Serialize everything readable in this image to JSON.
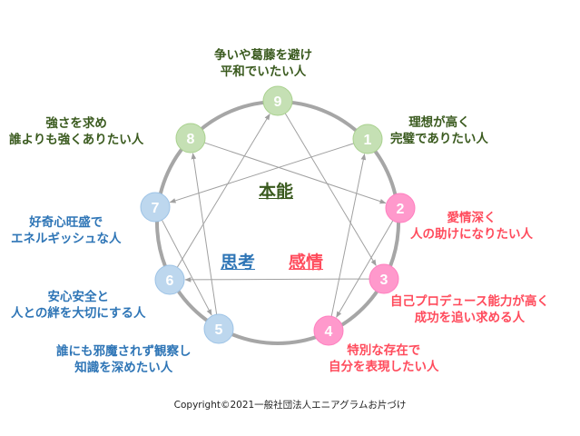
{
  "nodes": [
    {
      "id": "1",
      "group": "instinct",
      "lines": [
        "理想が高く",
        "完璧でありたい人"
      ]
    },
    {
      "id": "2",
      "group": "feeling",
      "lines": [
        "愛情深く",
        "人の助けになりたい人"
      ]
    },
    {
      "id": "3",
      "group": "feeling",
      "lines": [
        "自己プロデュース能力が高く",
        "成功を追い求める人"
      ]
    },
    {
      "id": "4",
      "group": "feeling",
      "lines": [
        "特別な存在で",
        "自分を表現したい人"
      ]
    },
    {
      "id": "5",
      "group": "thinking",
      "lines": [
        "誰にも邪魔されず観察し",
        "知識を深めたい人"
      ]
    },
    {
      "id": "6",
      "group": "thinking",
      "lines": [
        "安心安全と",
        "人との絆を大切にする人"
      ]
    },
    {
      "id": "7",
      "group": "thinking",
      "lines": [
        "好奇心旺盛で",
        "エネルギッシュな人"
      ]
    },
    {
      "id": "8",
      "group": "instinct",
      "lines": [
        "強さを求め",
        "誰よりも強くありたい人"
      ]
    },
    {
      "id": "9",
      "group": "instinct",
      "lines": [
        "争いや葛藤を避け",
        "平和でいたい人"
      ]
    }
  ],
  "arrows": [
    [
      "9",
      "3"
    ],
    [
      "3",
      "6"
    ],
    [
      "6",
      "9"
    ],
    [
      "1",
      "7"
    ],
    [
      "7",
      "5"
    ],
    [
      "5",
      "8"
    ],
    [
      "8",
      "2"
    ],
    [
      "2",
      "4"
    ],
    [
      "4",
      "1"
    ]
  ],
  "centers": {
    "instinct": "本能",
    "thinking": "思考",
    "feeling": "感情"
  },
  "colors": {
    "instinct_fill": "#c5e0b4",
    "instinct_stroke": "#a9d18e",
    "instinct_text": "#3a5a1e",
    "thinking_fill": "#bdd7ee",
    "thinking_stroke": "#9dc3e6",
    "thinking_text": "#2e75b6",
    "feeling_fill": "#ff99cc",
    "feeling_stroke": "#ff7fbf",
    "feeling_text": "#ff4b5c",
    "ring": "#a6a6a6",
    "arrow": "#a0a0a0"
  },
  "copyright": "Copyright©2021一般社団法人エニアグラムお片づけ"
}
